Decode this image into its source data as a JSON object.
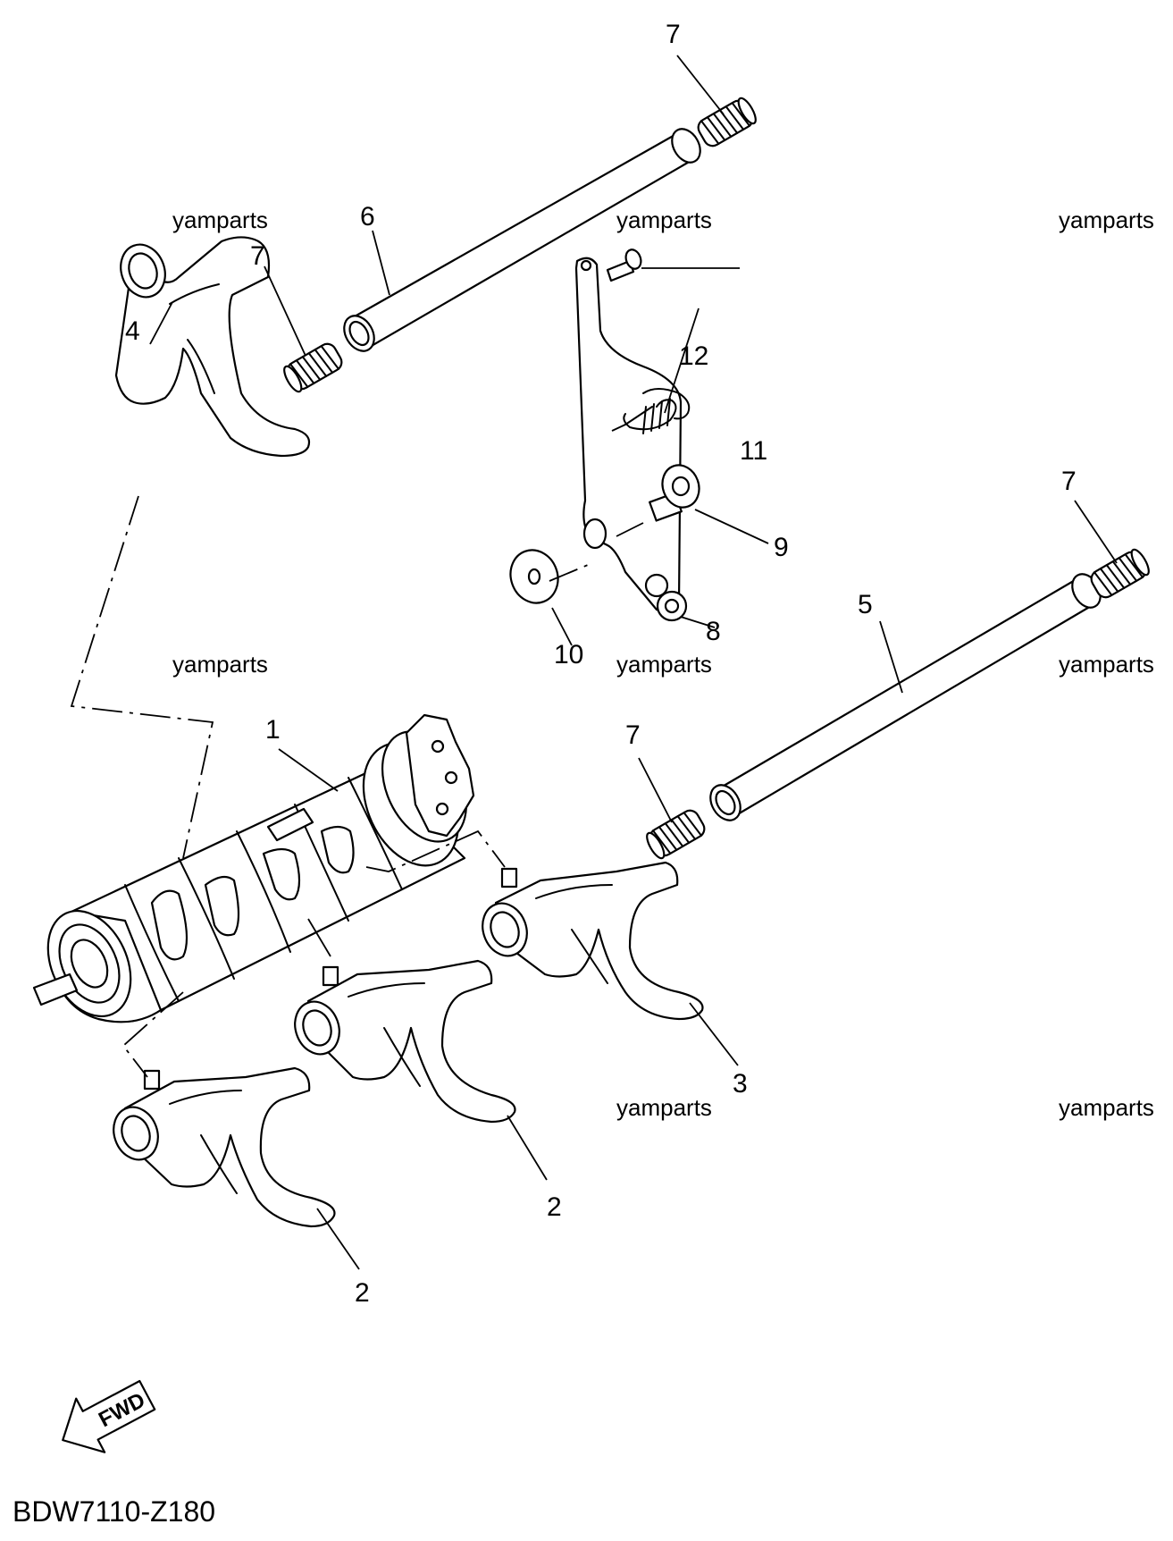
{
  "diagram_code": "BDW7110-Z180",
  "direction_label": "FWD",
  "watermark": "yamparts",
  "callouts": {
    "shift_cam": "1",
    "fork_a": "2",
    "fork_b": "2",
    "fork_c": "3",
    "fork_d": "4",
    "rod_lower": "5",
    "rod_upper": "6",
    "spring_top": "7",
    "spring_upper_left": "7",
    "spring_right": "7",
    "spring_middle": "7",
    "lever": "8",
    "bolt": "9",
    "washer": "10",
    "pin": "11",
    "torsion_spring": "12"
  }
}
